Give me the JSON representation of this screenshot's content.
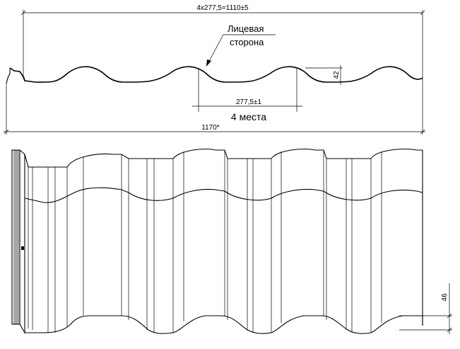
{
  "profile_view": {
    "overall_pitch_dimension": "4x277,5=1110±5",
    "face_side_label_line1": "Лицевая",
    "face_side_label_line2": "сторона",
    "wave_height_dimension": "42",
    "wave_pitch_dimension": "277,5±1",
    "places_count_label": "4 места",
    "total_width_dimension": "1170*"
  },
  "plan_view": {
    "step_height_dimension": "46"
  }
}
